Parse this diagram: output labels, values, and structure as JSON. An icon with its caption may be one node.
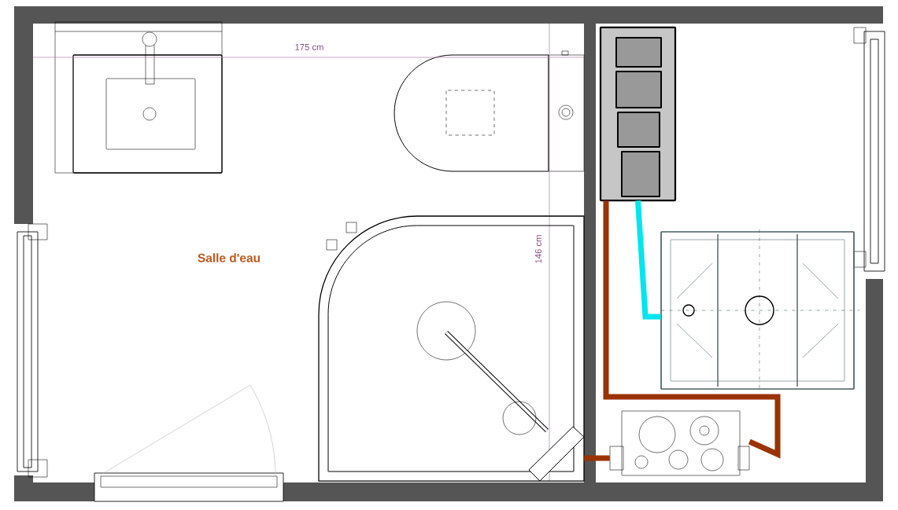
{
  "diagram": {
    "nodes": [
      {
        "text": [],
        "shape": "picture"
      },
      {
        "text": [],
        "shape": "picture"
      },
      {
        "text": [],
        "shape": "picture"
      },
      {
        "text": [],
        "shape": "picture"
      }
    ],
    "edges": [
      {
        "from": 0,
        "to": 1,
        "arrow": "none"
      },
      {
        "from": 1,
        "to": 2,
        "arrow": "none"
      },
      {
        "from": 2,
        "to": 3,
        "arrow": "none",
        "color": "#00e5ee"
      }
    ],
    "labels": [
      "175 cm",
      "146 cm",
      "Salle d'eau"
    ]
  }
}
